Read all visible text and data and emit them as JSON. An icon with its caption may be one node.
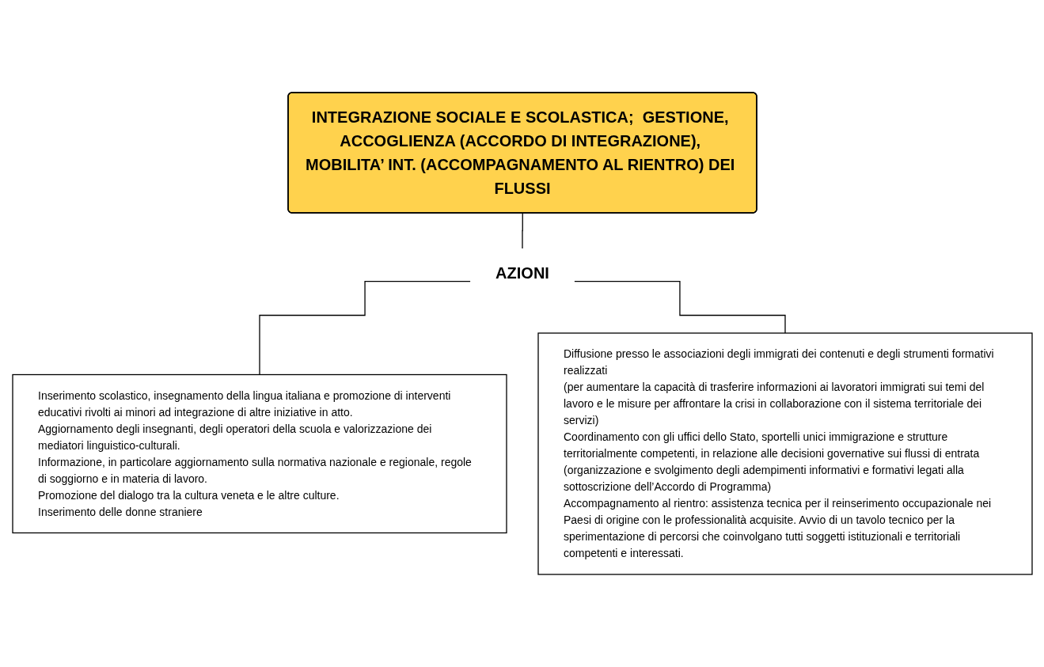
{
  "diagram": {
    "nodes": [
      {
        "text": [
          "INTEGRAZIONE SOCIALE E SCOLASTICA;  GESTIONE, ACCOGLIENZA (ACCORDO DI INTEGRAZIONE), MOBILITA’ INT. (ACCOMPAGNAMENTO AL RIENTRO) DEI FLUSSI"
        ]
      },
      {
        "text": [
          "AZIONI"
        ]
      },
      {
        "text": [
          "Inserimento scolastico, insegnamento della lingua italiana e promozione di interventi educativi rivolti ai minori ad integrazione di altre iniziative in atto.",
          "Aggiornamento degli insegnanti, degli operatori della scuola e valorizzazione dei mediatori linguistico-culturali.",
          "Informazione, in particolare aggiornamento sulla normativa nazionale e regionale, regole di soggiorno e in materia di lavoro.",
          "Promozione del dialogo tra la cultura veneta e le altre culture.",
          "Inserimento delle donne straniere"
        ]
      },
      {
        "text": [
          "Diffusione presso le associazioni degli immigrati dei contenuti e degli strumenti formativi realizzati",
          "(per aumentare la capacità di trasferire informazioni ai lavoratori immigrati sui temi del lavoro e le misure per affrontare la crisi in collaborazione con il sistema territoriale dei servizi)",
          "Coordinamento con gli uffici dello Stato, sportelli unici immigrazione e strutture territorialmente competenti, in relazione alle decisioni governative sui flussi di entrata (organizzazione e svolgimento degli adempimenti informativi e formativi legati alla sottoscrizione dell’Accordo di Programma)",
          "Accompagnamento al rientro: assistenza tecnica per il reinserimento occupazionale nei Paesi di origine con le professionalità acquisite. Avvio di un tavolo tecnico per la sperimentazione di percorsi che coinvolgano tutti soggetti istituzionali e territoriali competenti e interessati."
        ]
      }
    ],
    "edges": [
      {
        "from": 0,
        "to": 1,
        "arrow": "none"
      },
      {
        "from": 1,
        "to": 2,
        "arrow": "none"
      },
      {
        "from": 1,
        "to": 3,
        "arrow": "none"
      }
    ]
  }
}
